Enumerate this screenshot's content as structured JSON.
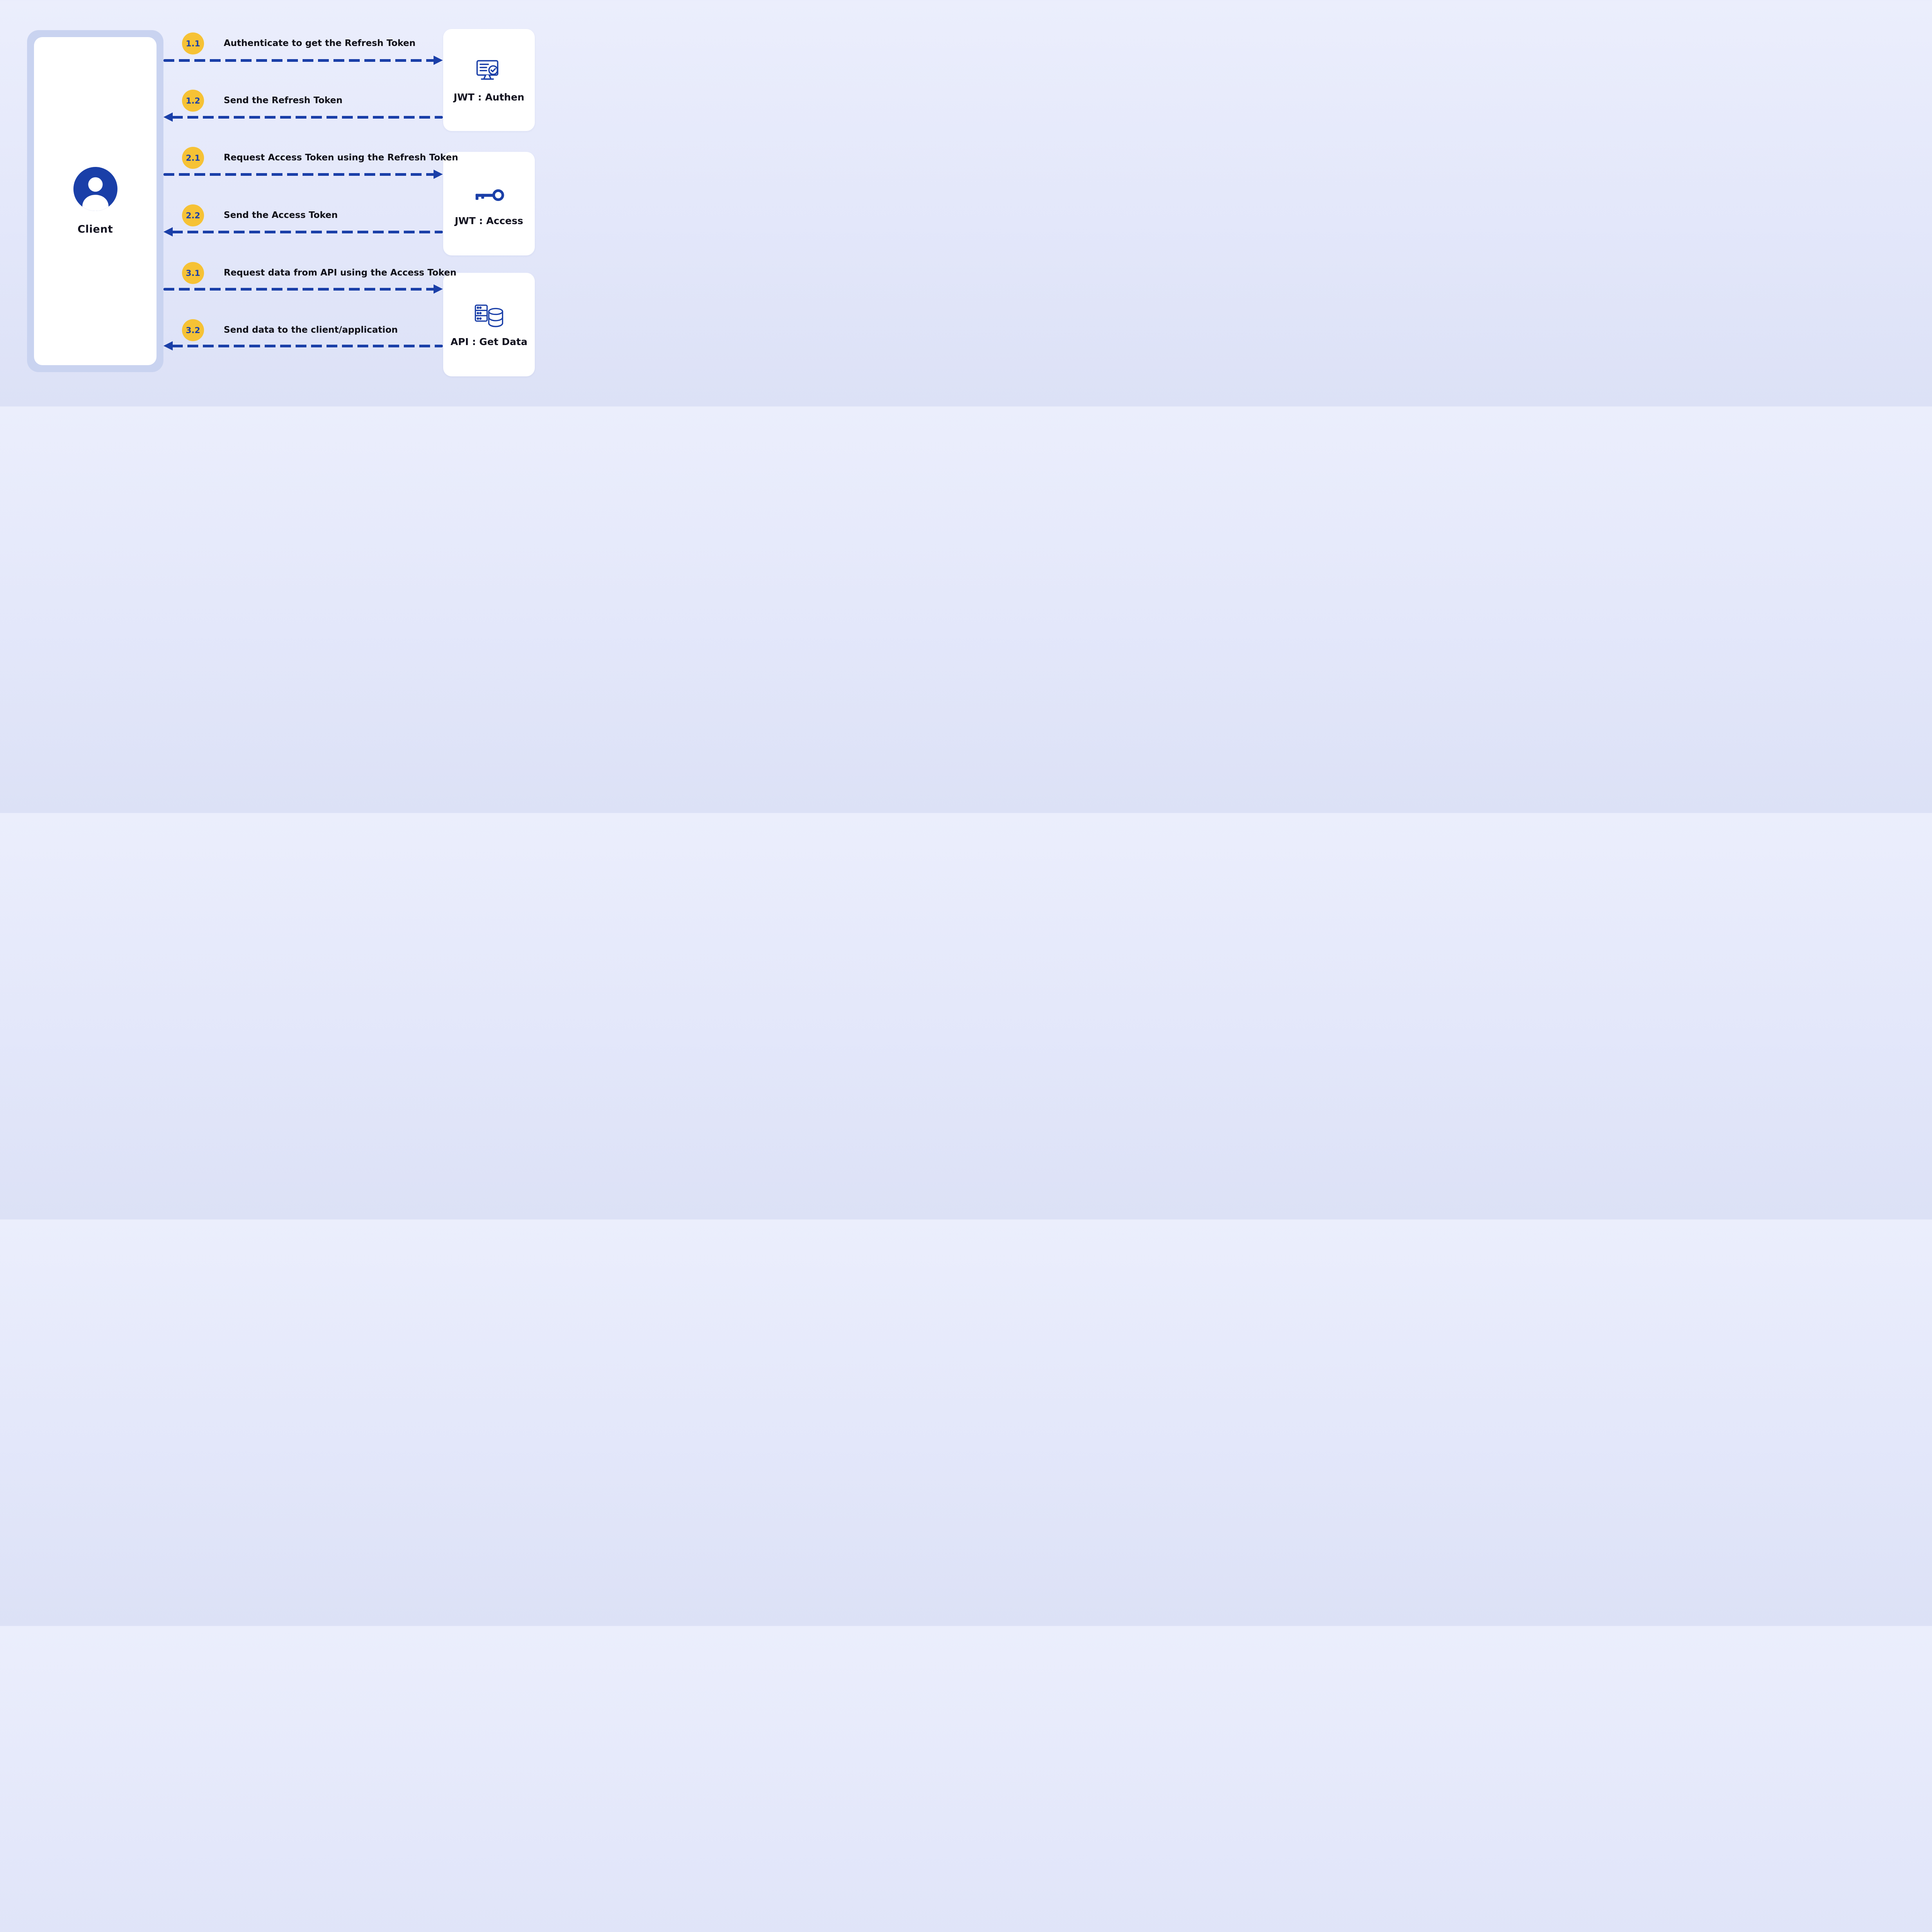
{
  "client": {
    "label": "Client",
    "icon": "person-icon"
  },
  "services": [
    {
      "label": "JWT : Authen",
      "icon": "monitor-check-icon"
    },
    {
      "label": "JWT : Access",
      "icon": "key-icon"
    },
    {
      "label": "API : Get Data",
      "icon": "database-server-icon"
    }
  ],
  "steps": [
    {
      "number": "1.1",
      "label": "Authenticate to get the Refresh Token",
      "direction": "right"
    },
    {
      "number": "1.2",
      "label": "Send the Refresh Token",
      "direction": "left"
    },
    {
      "number": "2.1",
      "label": "Request Access Token using the Refresh Token",
      "direction": "right"
    },
    {
      "number": "2.2",
      "label": "Send the Access Token",
      "direction": "left"
    },
    {
      "number": "3.1",
      "label": "Request data from API using the Access Token",
      "direction": "right"
    },
    {
      "number": "3.2",
      "label": "Send data to the client/application",
      "direction": "left"
    }
  ],
  "colors": {
    "primary_blue": "#1A3FA8",
    "badge_yellow": "#F6C235",
    "badge_text_blue": "#1A3FA8",
    "card_background": "#FFFFFF",
    "client_card_outer": "#C9D3F0",
    "background_top": "#EBEEFC",
    "background_bottom": "#DCE1F6",
    "label_text": "#101018"
  }
}
